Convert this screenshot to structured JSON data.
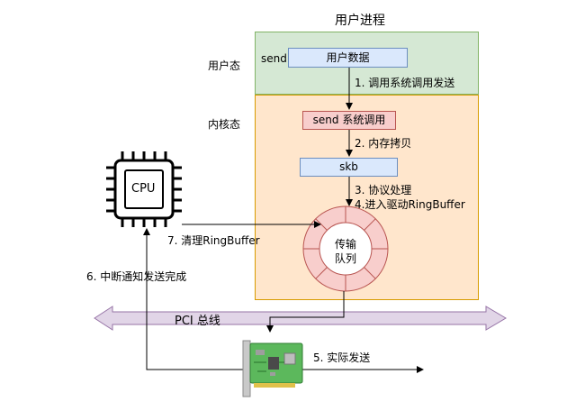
{
  "title": "用户进程",
  "user_mode_label": "用户态",
  "kernel_mode_label": "内核态",
  "send_label": "send",
  "user_data_label": "用户数据",
  "step1_label": "1. 调用系统调用发送",
  "syscall_label": "send 系统调用",
  "step2_label": "2. 内存拷贝",
  "skb_label": "skb",
  "step3_label": "3. 协议处理",
  "step4_label": "4.进入驱动RingBuffer",
  "queue_label_line1": "传输",
  "queue_label_line2": "队列",
  "cpu_label": "CPU",
  "step7_label": "7. 清理RingBuffer",
  "step6_label": "6. 中断通知发送完成",
  "pci_label": "PCI 总线",
  "step5_label": "5. 实际发送",
  "colors": {
    "user_fill": "#d5e8d4",
    "kernel_fill": "#ffe6cc",
    "blue_fill": "#dae8fc",
    "red_fill": "#f8cecc",
    "bus_fill": "#e1d5e7",
    "nic_green": "#4caf50"
  }
}
